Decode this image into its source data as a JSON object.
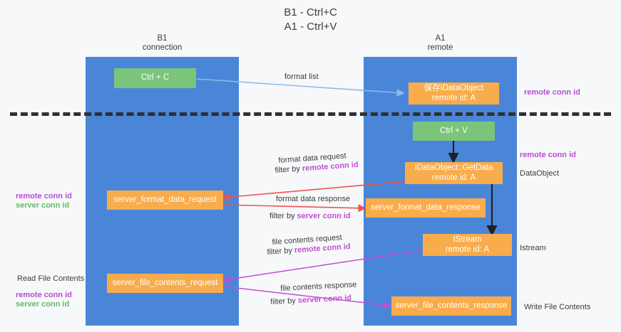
{
  "title": "B1 - Ctrl+C\nA1 - Ctrl+V",
  "lanes": [
    {
      "id": "b1",
      "title": "B1\nconnection"
    },
    {
      "id": "a1",
      "title": "A1\nremote"
    }
  ],
  "nodes": {
    "ctrl_c": {
      "line1": "Ctrl + C"
    },
    "ctrl_v": {
      "line1": "Ctrl + V"
    },
    "save_dataobject": {
      "line1": "保存IDataObject",
      "line2": "remote id: A"
    },
    "getdata": {
      "line1": "IDataObject::GetData",
      "line2": "remote id: A"
    },
    "istream": {
      "line1": "IStream",
      "line2": "remote id: A"
    },
    "server_format_data_request": {
      "line1": "server_format_data_request"
    },
    "server_format_data_response": {
      "line1": "server_format_data_response"
    },
    "server_file_contents_request": {
      "line1": "server_file_contents_request"
    },
    "server_file_contents_response": {
      "line1": "server_file_contents_response"
    }
  },
  "edge_labels": {
    "format_list": "format list",
    "format_data_request": "format data request",
    "format_data_request_filter_prefix": "filter by ",
    "format_data_request_filter_key": "remote conn id",
    "format_data_response": "format data response",
    "format_data_response_filter_prefix": "filter by ",
    "format_data_response_filter_key": "server conn id",
    "file_contents_request": "file contents request",
    "file_contents_request_filter_prefix": "filter by ",
    "file_contents_request_filter_key": "remote conn id",
    "file_contents_response": "file contents response",
    "file_contents_response_filter_prefix": "filter by ",
    "file_contents_response_filter_key": "server conn id"
  },
  "side_labels": {
    "right_remote_conn_id_top": "remote conn id",
    "right_remote_conn_id_mid": "remote conn id",
    "right_dataobject": "DataObject",
    "right_istream": "Istream",
    "right_write_file_contents": "Write File Contents",
    "left_remote_conn_id_mid": "remote conn id",
    "left_server_conn_id_mid": "server conn id",
    "left_read_file_contents": "Read File Contents",
    "left_remote_conn_id_bottom": "remote conn id",
    "left_server_conn_id_bottom": "server conn id"
  },
  "colors": {
    "lane": "#4a86d8",
    "node_orange": "#f9ac4b",
    "node_green": "#7ac57a",
    "purple": "#b34ecf",
    "green": "#62bb62",
    "arrow_blue": "#8cbbe8",
    "arrow_red": "#ef5350",
    "arrow_magenta": "#c24ecf",
    "arrow_dark": "#202020",
    "background": "#f7f8fa"
  }
}
